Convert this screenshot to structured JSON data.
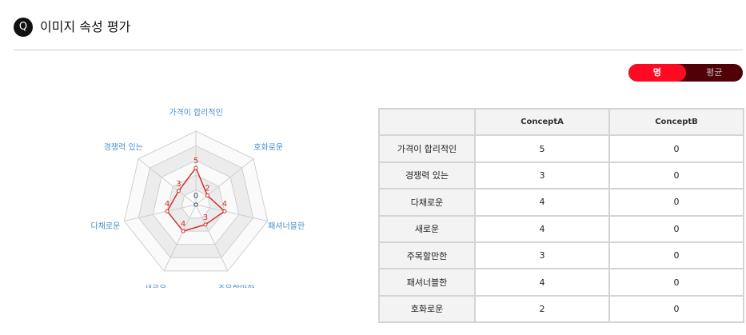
{
  "header": {
    "badge": "Q",
    "title": "이미지 속성 평가"
  },
  "toggle": {
    "options": [
      "명",
      "평균"
    ],
    "selected": "명"
  },
  "colors": {
    "accent": "#ff0a22",
    "dark": "#520008",
    "series": "#d03030",
    "label": "#4a90c8"
  },
  "chart_data": {
    "type": "radar",
    "axes": [
      "가격이 합리적인",
      "호화로운",
      "패셔너블한",
      "주목할만한",
      "새로운",
      "다채로운",
      "경쟁력 있는"
    ],
    "range": [
      0,
      10
    ],
    "rings": 5,
    "series": [
      {
        "name": "ConceptA",
        "values": [
          5,
          2,
          4,
          3,
          4,
          4,
          3
        ]
      },
      {
        "name": "ConceptB",
        "values": [
          0,
          0,
          0,
          0,
          0,
          0,
          0
        ]
      }
    ]
  },
  "table": {
    "columns": [
      "",
      "ConceptA",
      "ConceptB"
    ],
    "rows": [
      [
        "가격이 합리적인",
        "5",
        "0"
      ],
      [
        "경쟁력 있는",
        "3",
        "0"
      ],
      [
        "다채로운",
        "4",
        "0"
      ],
      [
        "새로운",
        "4",
        "0"
      ],
      [
        "주목할만한",
        "3",
        "0"
      ],
      [
        "패셔너블한",
        "4",
        "0"
      ],
      [
        "호화로운",
        "2",
        "0"
      ]
    ]
  }
}
